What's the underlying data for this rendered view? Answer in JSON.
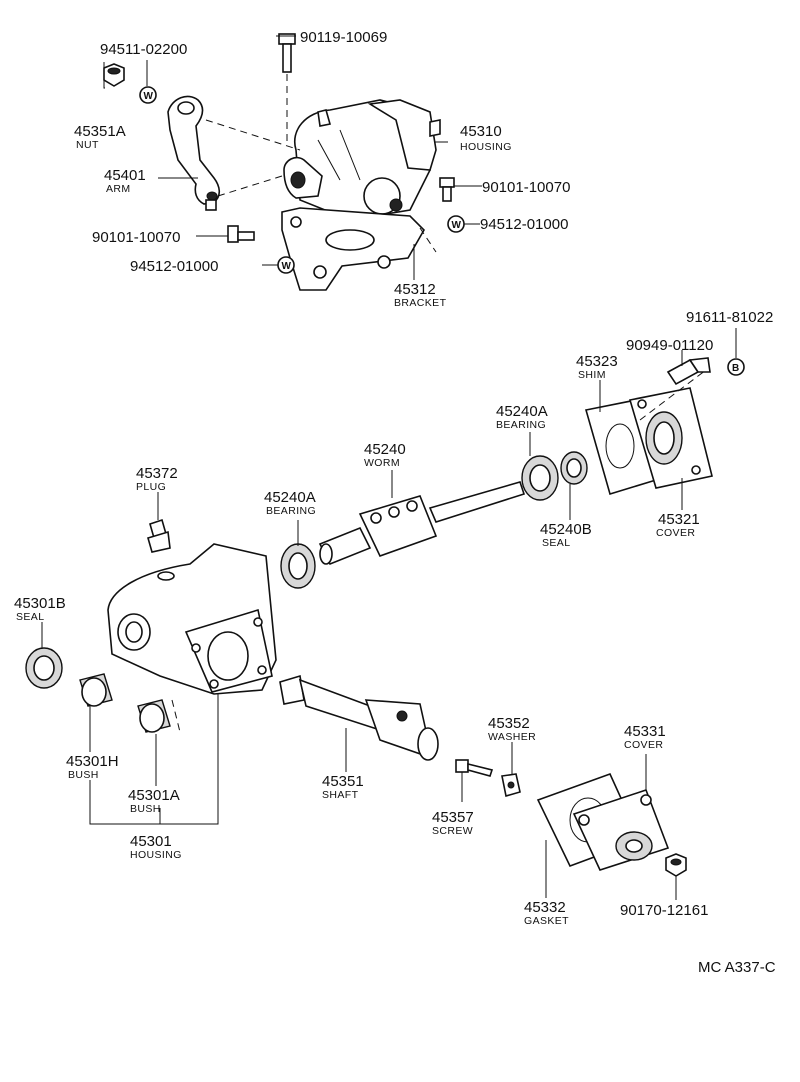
{
  "labels": {
    "l94511": {
      "num": "94511-02200"
    },
    "l90119": {
      "num": "90119-10069"
    },
    "l45351A": {
      "num": "45351A",
      "name": "NUT"
    },
    "l45310": {
      "num": "45310",
      "name": "HOUSING"
    },
    "l45401": {
      "num": "45401",
      "name": "ARM"
    },
    "l90101a": {
      "num": "90101-10070"
    },
    "l94512a": {
      "num": "94512-01000"
    },
    "l90101b": {
      "num": "90101-10070"
    },
    "l94512b": {
      "num": "94512-01000"
    },
    "l45312": {
      "num": "45312",
      "name": "BRACKET"
    },
    "l91611": {
      "num": "91611-81022"
    },
    "l90949": {
      "num": "90949-01120"
    },
    "l45323": {
      "num": "45323",
      "name": "SHIM"
    },
    "l45240A_r": {
      "num": "45240A",
      "name": "BEARING"
    },
    "l45240": {
      "num": "45240",
      "name": "WORM"
    },
    "l45372": {
      "num": "45372",
      "name": "PLUG"
    },
    "l45240A_l": {
      "num": "45240A",
      "name": "BEARING"
    },
    "l45240B": {
      "num": "45240B",
      "name": "SEAL"
    },
    "l45321": {
      "num": "45321",
      "name": "COVER"
    },
    "l45301B": {
      "num": "45301B",
      "name": "SEAL"
    },
    "l45352": {
      "num": "45352",
      "name": "WASHER"
    },
    "l45331": {
      "num": "45331",
      "name": "COVER"
    },
    "l45301H": {
      "num": "45301H",
      "name": "BUSH"
    },
    "l45301A": {
      "num": "45301A",
      "name": "BUSH"
    },
    "l45351": {
      "num": "45351",
      "name": "SHAFT"
    },
    "l45357": {
      "num": "45357",
      "name": "SCREW"
    },
    "l45301": {
      "num": "45301",
      "name": "HOUSING"
    },
    "l45332": {
      "num": "45332",
      "name": "GASKET"
    },
    "l90170": {
      "num": "90170-12161"
    }
  },
  "markers": {
    "w1": "W",
    "w2": "W",
    "w3": "W",
    "b1": "B"
  },
  "diagram_ref": "MC A337-C"
}
